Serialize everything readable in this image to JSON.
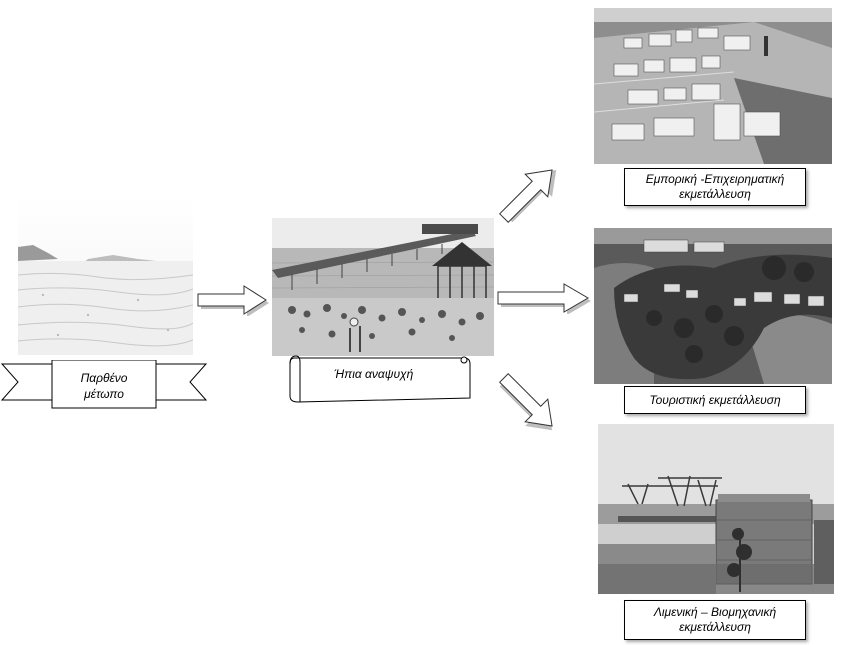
{
  "stages": {
    "start": {
      "label_line1": "Παρθένο",
      "label_line2": "μέτωπο"
    },
    "middle": {
      "label": "Ήπια αναψυχή"
    }
  },
  "outcomes": [
    {
      "line1": "Εμπορική -Επιχειρηματική",
      "line2": "εκμετάλλευση"
    },
    {
      "line1": "Τουριστική εκμετάλλευση",
      "line2": ""
    },
    {
      "line1": "Λιμενική – Βιομηχανική",
      "line2": "εκμετάλλευση"
    }
  ]
}
